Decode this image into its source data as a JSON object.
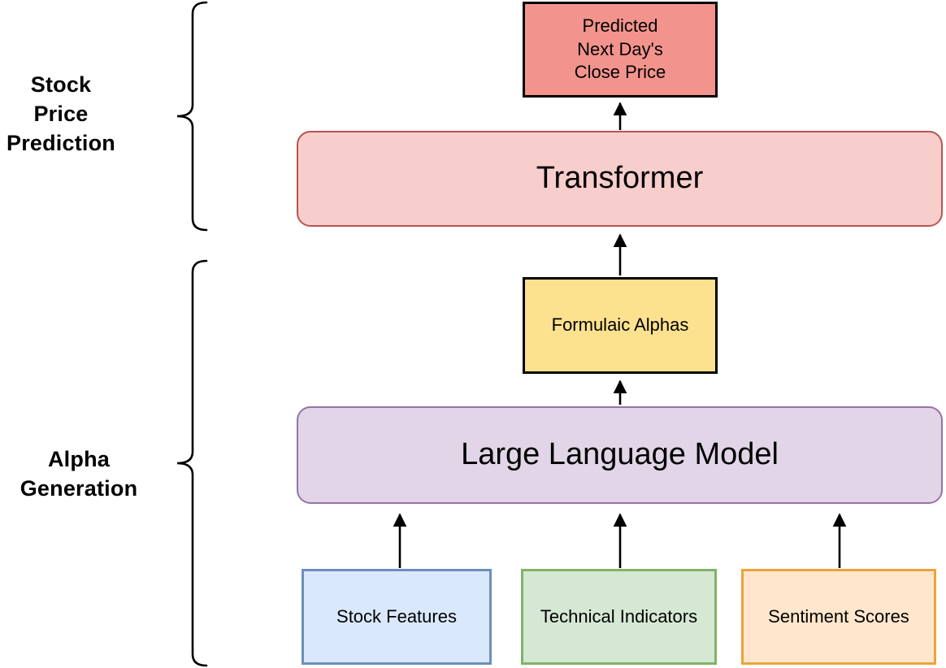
{
  "diagram": {
    "title": "",
    "sections": [
      {
        "id": "stock-price-prediction",
        "label": "Stock\nPrice\nPrediction"
      },
      {
        "id": "alpha-generation",
        "label": "Alpha\nGeneration"
      }
    ],
    "nodes": {
      "predicted": {
        "label": "Predicted\nNext Day's\nClose Price",
        "fill": "#f2948d",
        "border": "#000000"
      },
      "transformer": {
        "label": "Transformer",
        "fill": "#f8cecc",
        "border": "#b85450"
      },
      "formulaic_alphas": {
        "label": "Formulaic Alphas",
        "fill": "#fce28f",
        "border": "#000000"
      },
      "llm": {
        "label": "Large Language Model",
        "fill": "#e1d5e7",
        "border": "#9673a6"
      },
      "stock_features": {
        "label": "Stock Features",
        "fill": "#dae8fc",
        "border": "#6c8ebf"
      },
      "technical_indicators": {
        "label": "Technical Indicators",
        "fill": "#d5e8d4",
        "border": "#82b366"
      },
      "sentiment_scores": {
        "label": "Sentiment Scores",
        "fill": "#ffe6cc",
        "border": "#eda338"
      }
    },
    "edges": [
      {
        "from": "transformer",
        "to": "predicted"
      },
      {
        "from": "formulaic_alphas",
        "to": "transformer"
      },
      {
        "from": "llm",
        "to": "formulaic_alphas"
      },
      {
        "from": "stock_features",
        "to": "llm"
      },
      {
        "from": "technical_indicators",
        "to": "llm"
      },
      {
        "from": "sentiment_scores",
        "to": "llm"
      }
    ],
    "arrow_color": "#000000",
    "brace_color": "#000000"
  }
}
